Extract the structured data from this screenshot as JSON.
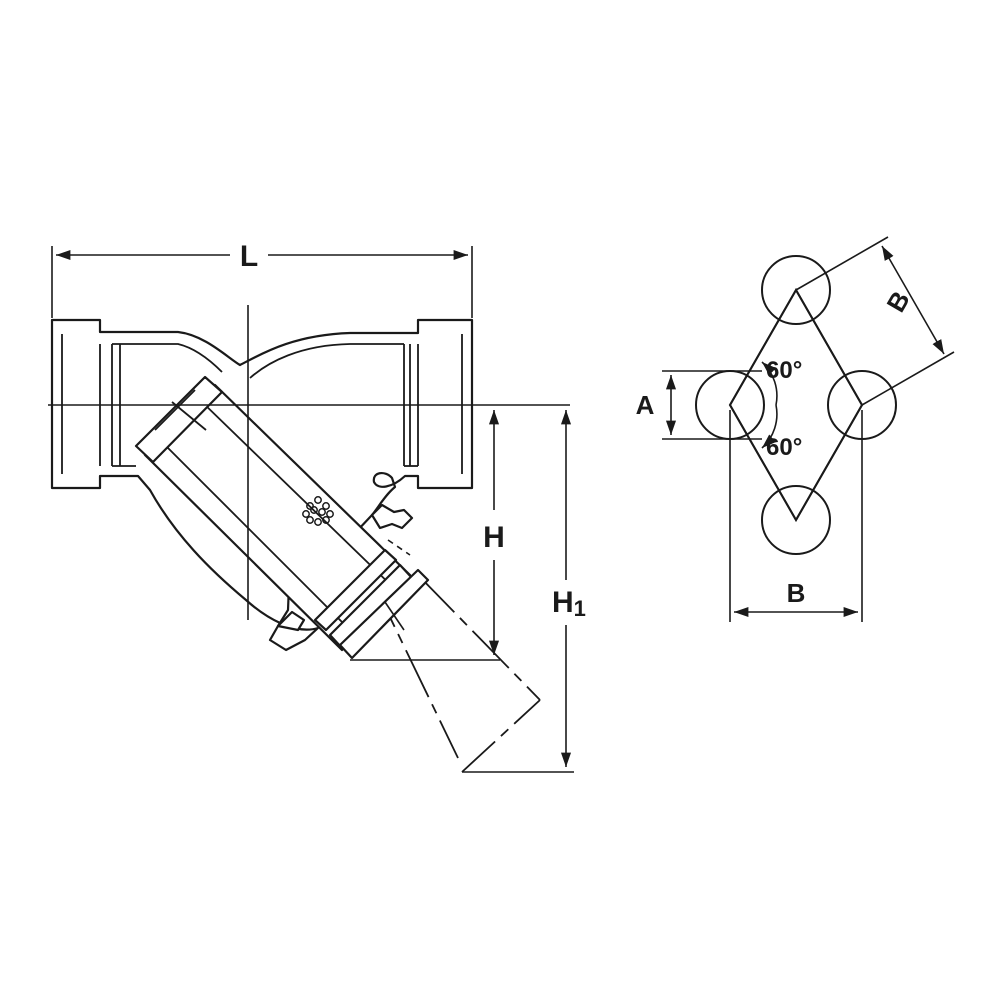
{
  "drawing": {
    "labels": {
      "length": "L",
      "height": "H",
      "height_total_main": "H",
      "height_total_sub": "1",
      "flange_a": "A",
      "flange_b_diag": "B",
      "flange_b_horiz": "B",
      "angle_upper": "60°",
      "angle_lower": "60°"
    },
    "colors": {
      "line": "#1a1a1a",
      "body_fill": "#ffffff",
      "background": "#ffffff"
    },
    "icons": [
      "screen-perforation-icon"
    ]
  }
}
